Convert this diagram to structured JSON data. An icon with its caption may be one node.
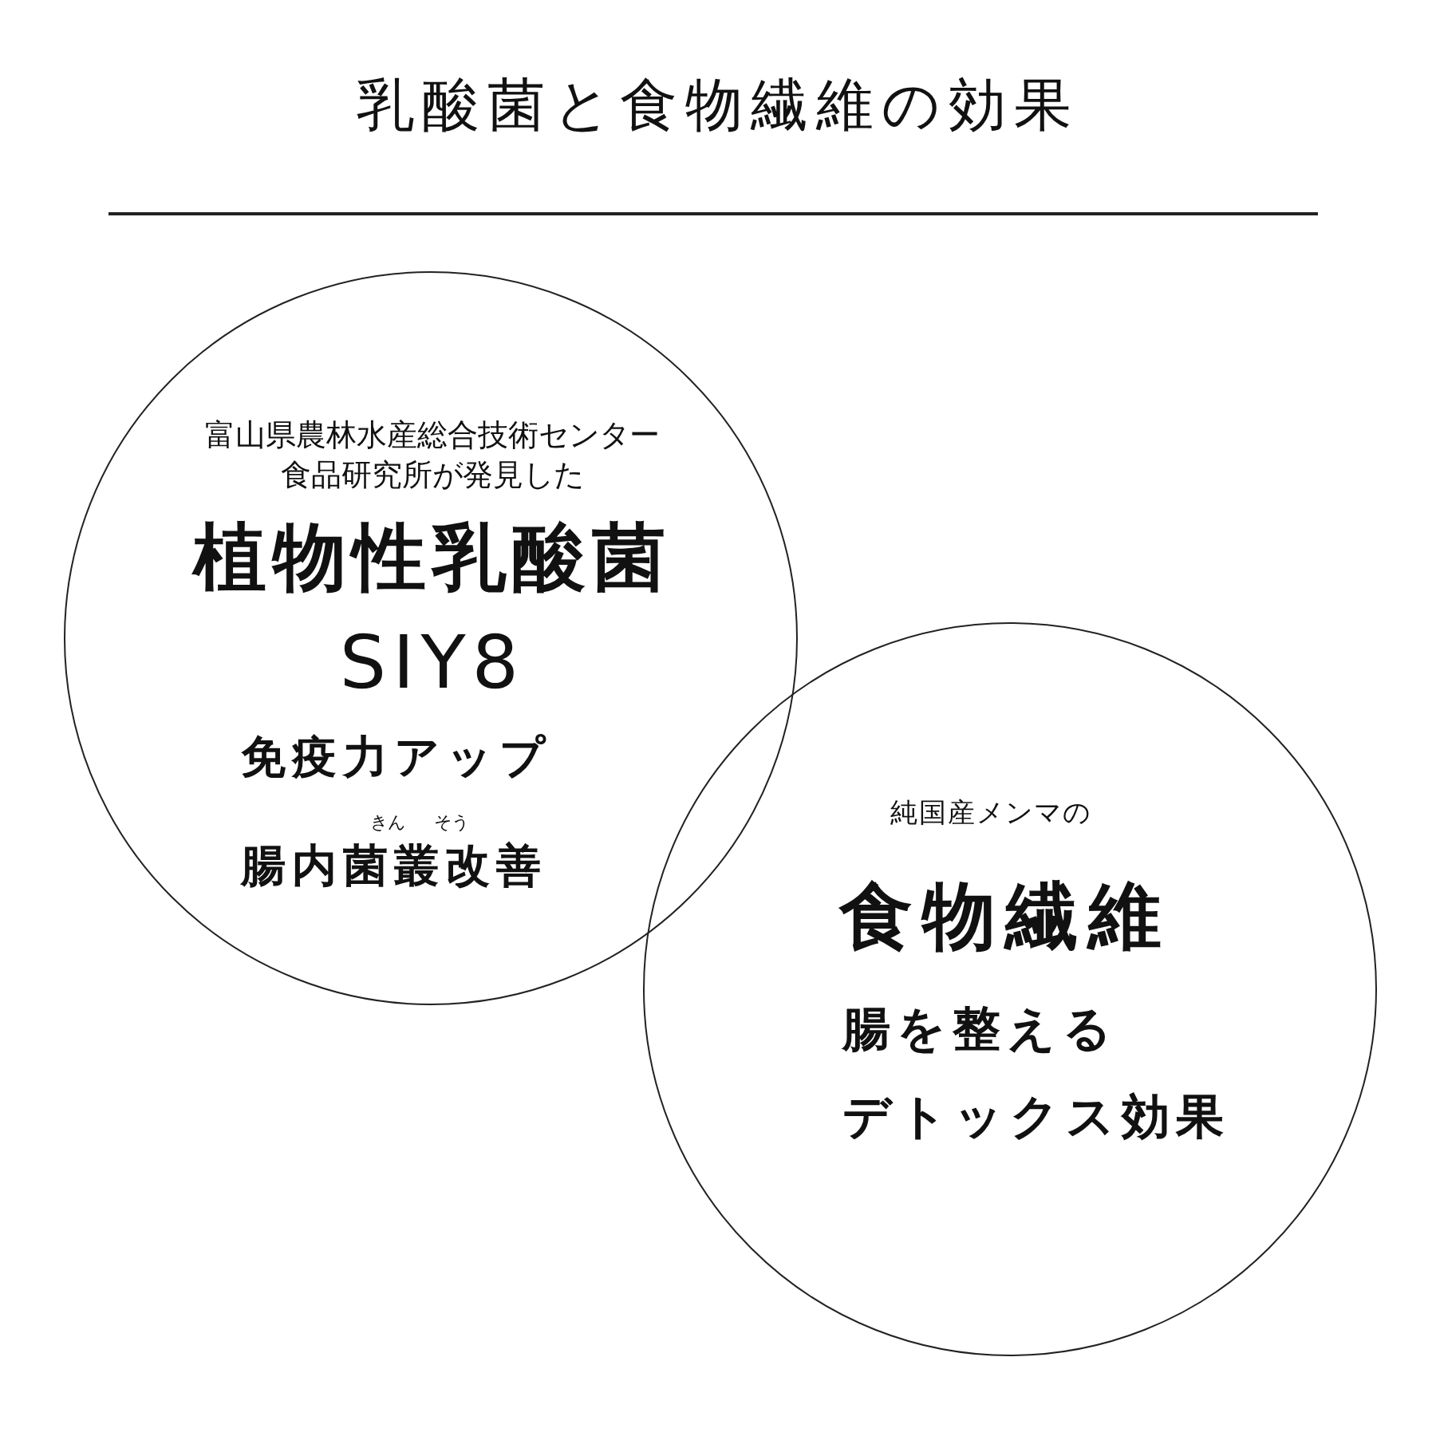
{
  "diagram": {
    "title": "乳酸菌と食物繊維の効果",
    "nodes": [
      {
        "text": [
          "富山県農林水産総合技術センター食品研究所が発見した",
          "植物性乳酸菌",
          "SIY8",
          "免疫力アップ",
          "腸内菌叢改善"
        ]
      },
      {
        "text": [
          "純国産メンマの",
          "食物繊維",
          "腸を整える",
          "デトックス効果"
        ]
      }
    ],
    "labels": [
      "きん",
      "そう"
    ]
  }
}
